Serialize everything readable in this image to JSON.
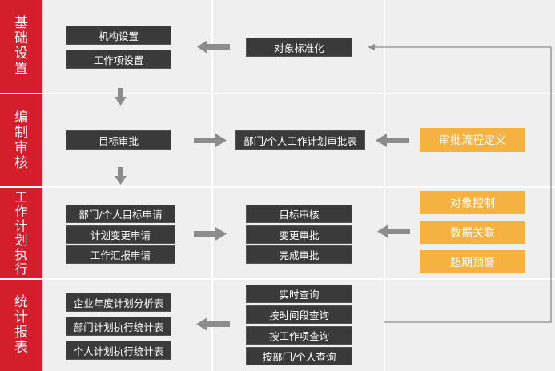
{
  "sections": [
    {
      "label": "基础设置"
    },
    {
      "label": "编制审核"
    },
    {
      "label": "工作计划执行"
    },
    {
      "label": "统计报表"
    }
  ],
  "col1": {
    "basic": [
      "机构设置",
      "工作项设置"
    ],
    "compile": [
      "目标审批"
    ],
    "execute": [
      "部门/个人目标申请",
      "计划变更申请",
      "工作汇报申请"
    ],
    "report": [
      "企业年度计划分析表",
      "部门计划执行统计表",
      "个人计划执行统计表"
    ]
  },
  "col2": {
    "basic": [
      "对象标准化"
    ],
    "compile": [
      "部门/个人工作计划审批表"
    ],
    "execute": [
      "目标审核",
      "变更审批",
      "完成审批"
    ],
    "report": [
      "实时查询",
      "按时间段查询",
      "按工作项查询",
      "按部门/个人查询"
    ]
  },
  "col3": {
    "compile": [
      "审批流程定义"
    ],
    "execute": [
      "对象控制",
      "数据关联",
      "超期预警"
    ]
  },
  "colors": {
    "section_red": "#d51e2c",
    "dark_box": "#3a3a3a",
    "orange_box": "#f5b241",
    "arrow_gray": "#8c8c8c"
  }
}
